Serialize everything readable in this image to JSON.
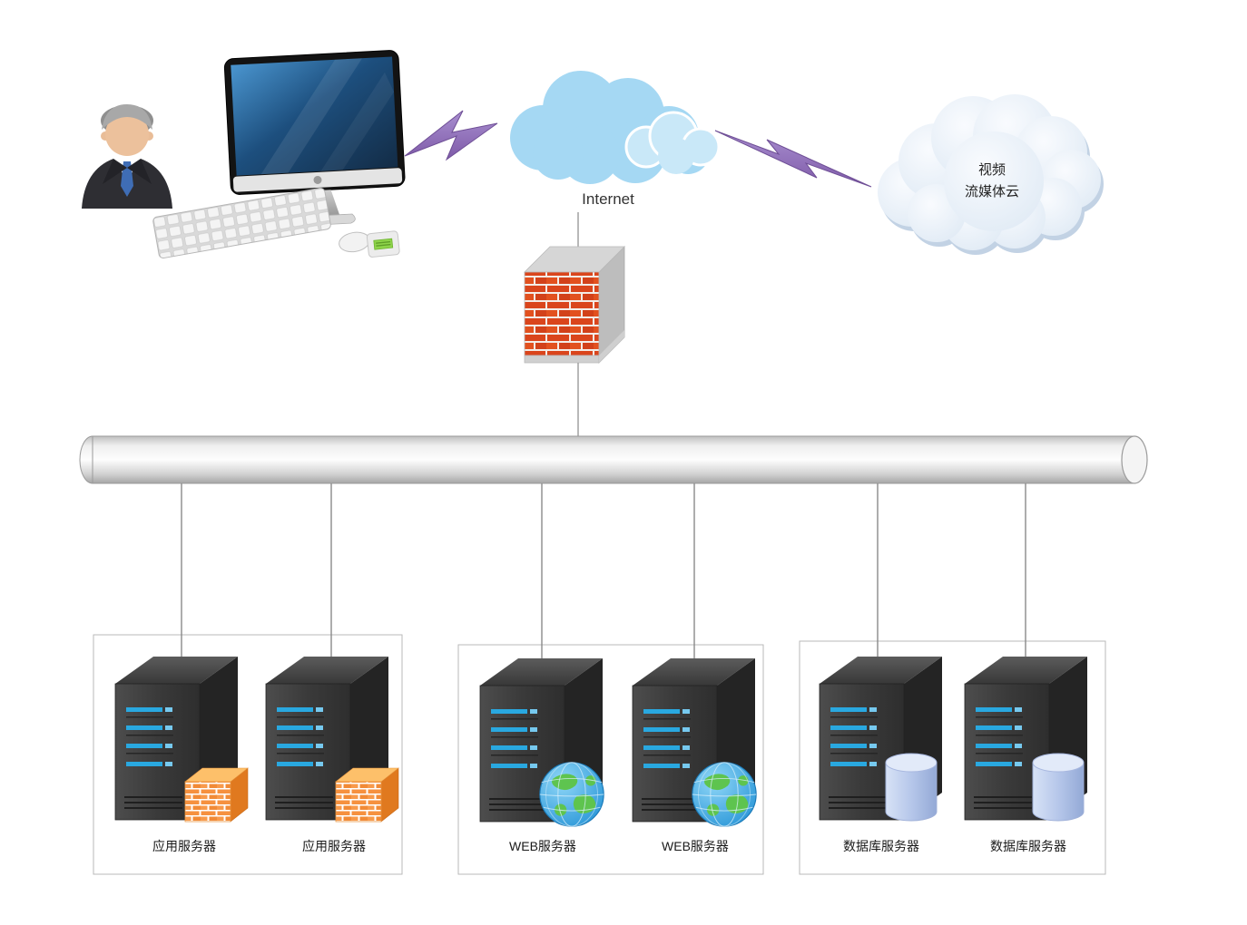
{
  "diagram": {
    "internet": {
      "label": "Internet"
    },
    "media_cloud": {
      "line1": "视频",
      "line2": "流媒体云"
    },
    "groups": [
      {
        "id": "app-servers",
        "servers": [
          {
            "label": "应用服务器",
            "badge": "firewall"
          },
          {
            "label": "应用服务器",
            "badge": "firewall"
          }
        ]
      },
      {
        "id": "web-servers",
        "servers": [
          {
            "label": "WEB服务器",
            "badge": "globe"
          },
          {
            "label": "WEB服务器",
            "badge": "globe"
          }
        ]
      },
      {
        "id": "database-servers",
        "servers": [
          {
            "label": "数据库服务器",
            "badge": "database"
          },
          {
            "label": "数据库服务器",
            "badge": "database"
          }
        ]
      }
    ],
    "colors": {
      "cloud_blue": "#a5d8f3",
      "media_cloud_fill": "#eef4fa",
      "lightning_purple": "#8c6bb5",
      "brick_red": "#da451c",
      "server_body": "#3a3a3a",
      "led_blue": "#29a8e0",
      "mini_firewall_orange": "#f6913f",
      "database_cylinder": "#b6c7ea",
      "pipe_gray": "#d9d9d9",
      "screen_blue": "#1d4f7e"
    }
  }
}
